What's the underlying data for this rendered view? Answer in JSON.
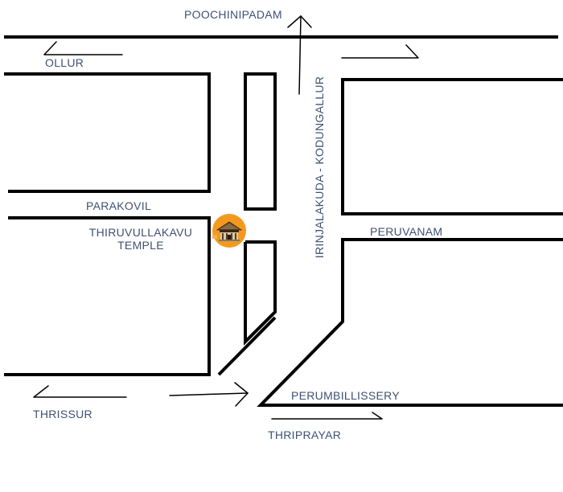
{
  "labels": {
    "poochinipadam": "POOCHINIPADAM",
    "ollur": "OLLUR",
    "parakovil": "PARAKOVIL",
    "temple_line1": "THIRUVULLAKAVU",
    "temple_line2": "TEMPLE",
    "irinjalakuda": "IRINJALAKUDA - KODUNGALLUR",
    "peruvanam": "PERUVANAM",
    "perumbillissery": "PERUMBILLISSERY",
    "thrissur": "THRISSUR",
    "thriprayar": "THRIPRAYAR"
  },
  "colors": {
    "road": "#000000",
    "label": "#3f5273",
    "temple_marker": "#f39a1e"
  },
  "icons": {
    "temple": "temple-icon"
  }
}
